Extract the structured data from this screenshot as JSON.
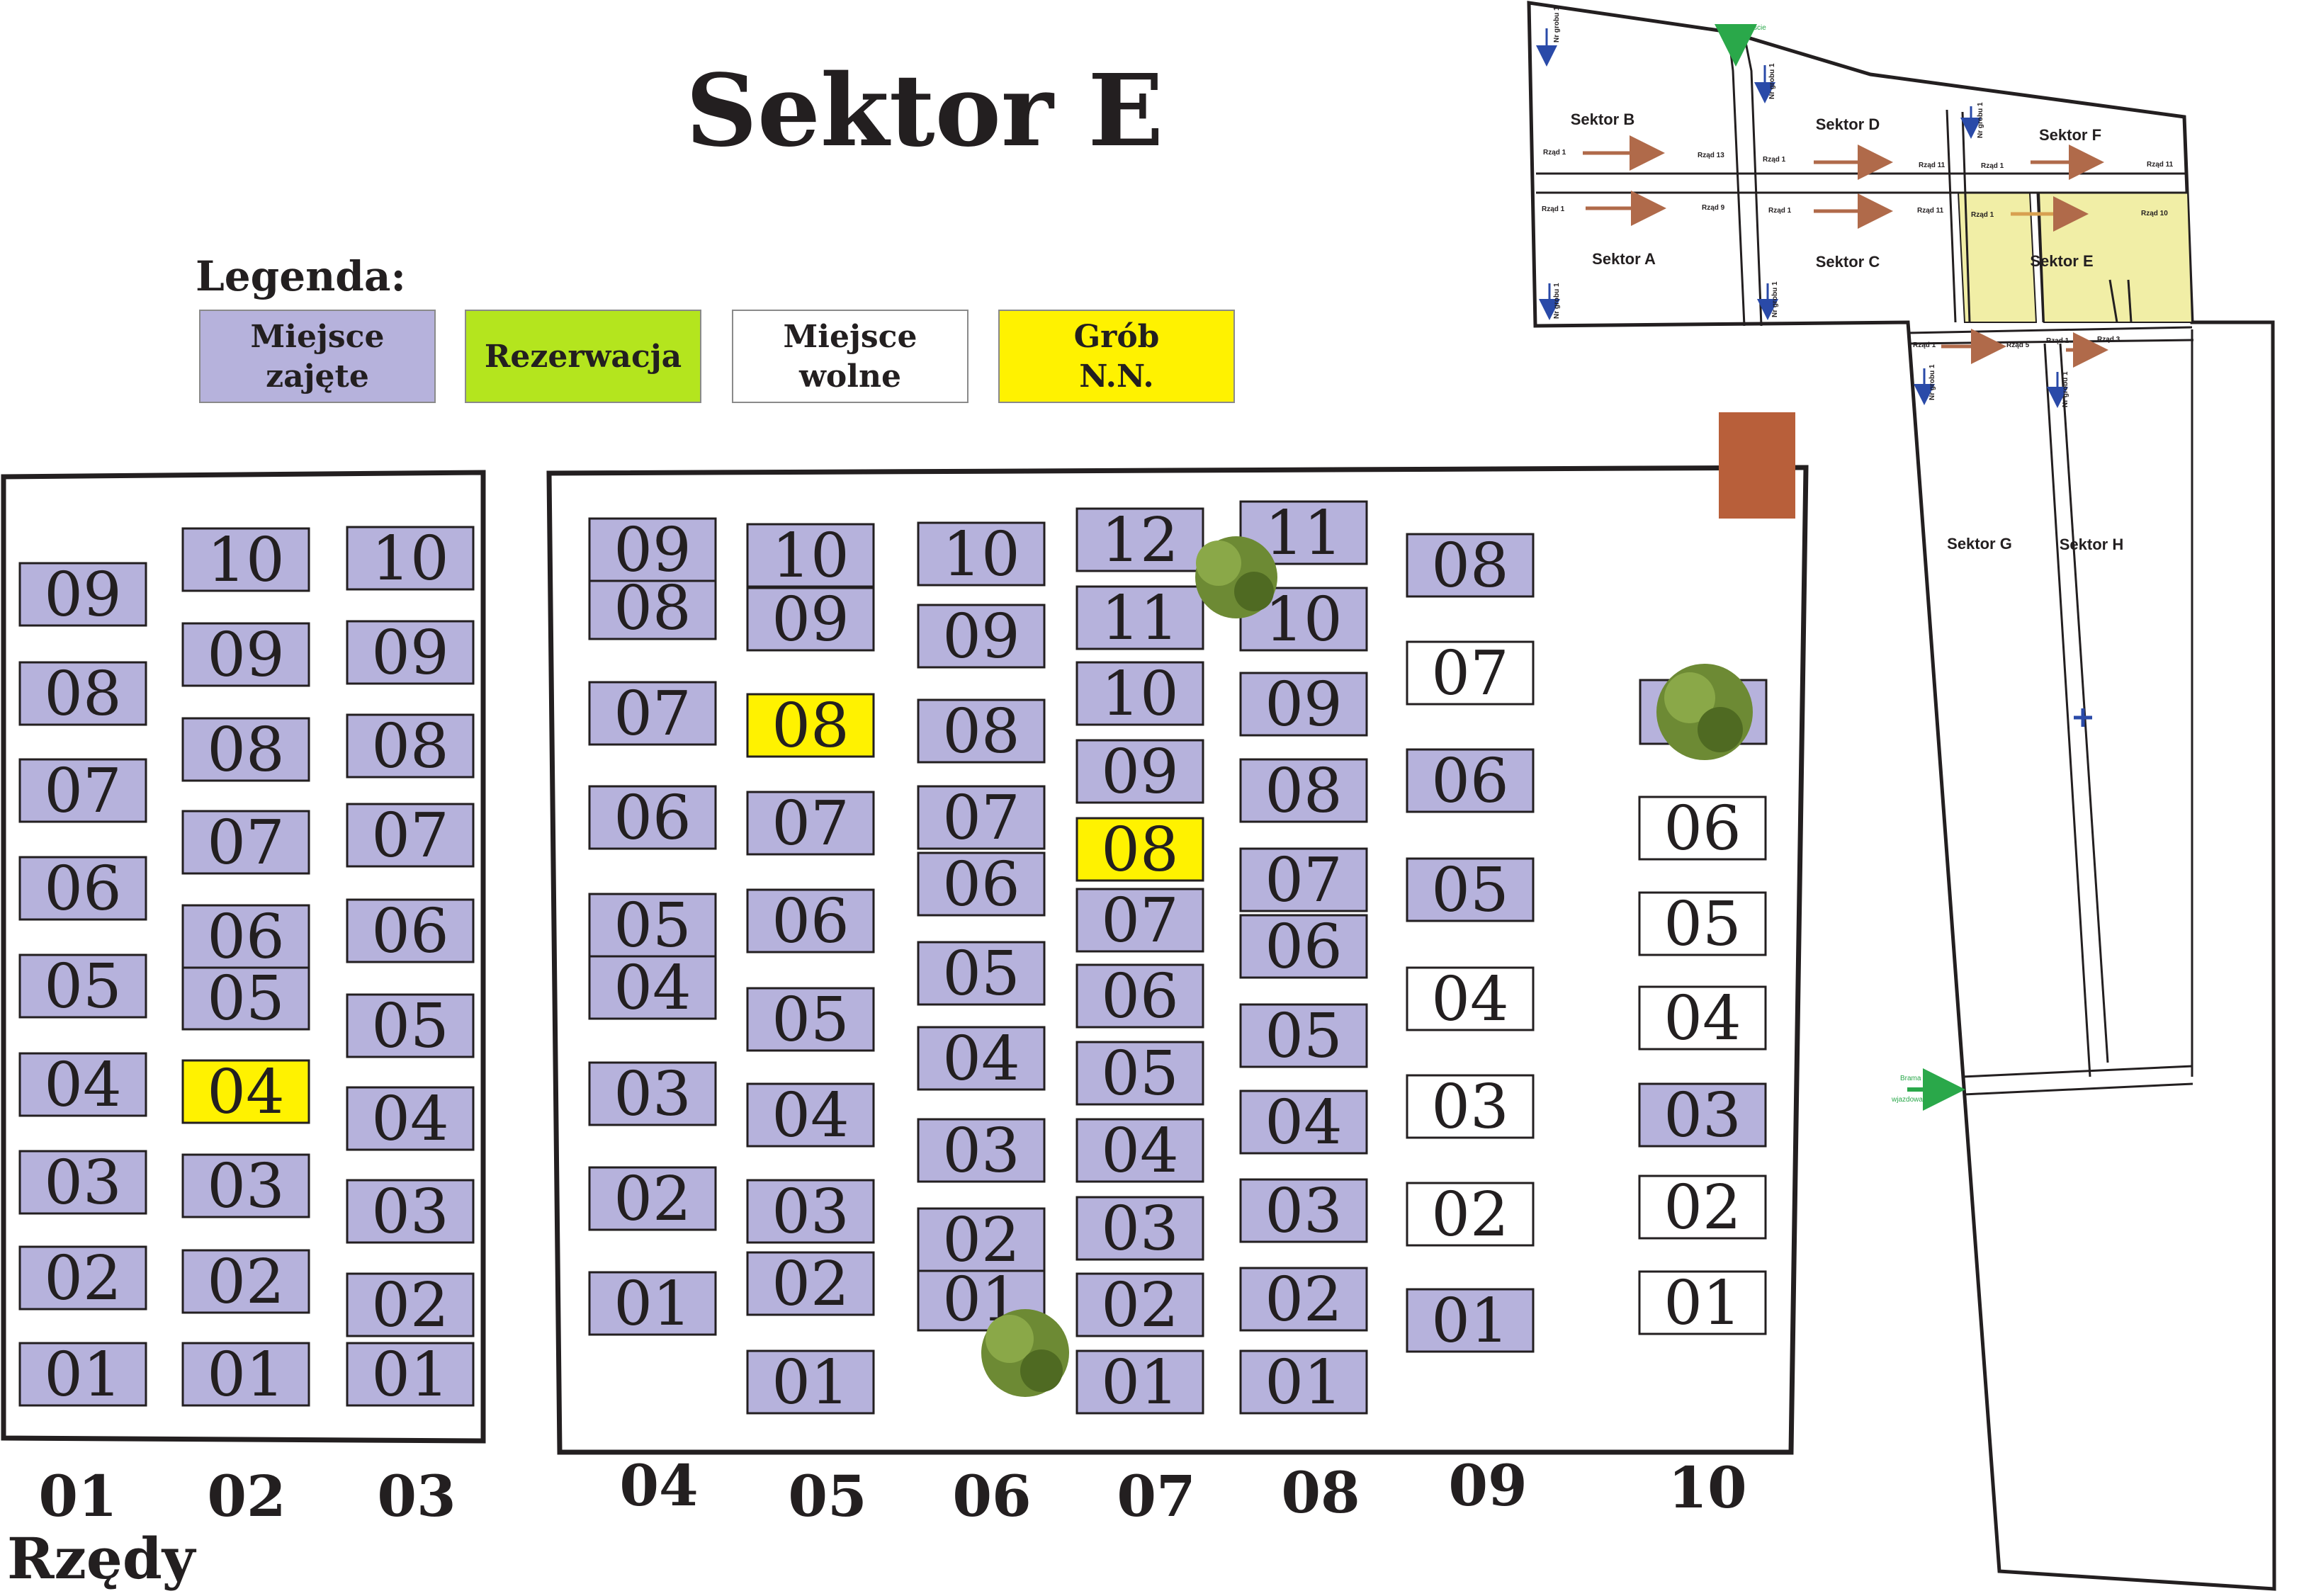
{
  "title": "Sektor E",
  "legend": {
    "heading": "Legenda:",
    "items": [
      {
        "key": "occupied",
        "lines": [
          "Miejsce",
          "zajęte"
        ],
        "color": "#b6b2dc"
      },
      {
        "key": "reserved",
        "lines": [
          "Rezerwacja"
        ],
        "color": "#b4e51e"
      },
      {
        "key": "free",
        "lines": [
          "Miejsce",
          "wolne"
        ],
        "color": "#ffffff"
      },
      {
        "key": "unknown",
        "lines": [
          "Grób",
          "N.N."
        ],
        "color": "#fff200"
      }
    ]
  },
  "colors": {
    "occupied": "#b6b2dc",
    "reserved": "#b4e51e",
    "free": "#ffffff",
    "unknown": "#fff200",
    "outline": "#231f20",
    "building": "#b85f3a",
    "tree": "#5b7a2a",
    "highlight": "#f1eea6"
  },
  "rows_label": "Rzędy",
  "rows": [
    {
      "label": "01",
      "plots": [
        {
          "n": "01",
          "s": "occupied"
        },
        {
          "n": "02",
          "s": "occupied"
        },
        {
          "n": "03",
          "s": "occupied"
        },
        {
          "n": "04",
          "s": "occupied"
        },
        {
          "n": "05",
          "s": "occupied"
        },
        {
          "n": "06",
          "s": "occupied"
        },
        {
          "n": "07",
          "s": "occupied"
        },
        {
          "n": "08",
          "s": "occupied"
        },
        {
          "n": "09",
          "s": "occupied"
        }
      ]
    },
    {
      "label": "02",
      "plots": [
        {
          "n": "01",
          "s": "occupied"
        },
        {
          "n": "02",
          "s": "occupied"
        },
        {
          "n": "03",
          "s": "occupied"
        },
        {
          "n": "04",
          "s": "unknown"
        },
        {
          "n": "05",
          "s": "occupied"
        },
        {
          "n": "06",
          "s": "occupied"
        },
        {
          "n": "07",
          "s": "occupied"
        },
        {
          "n": "08",
          "s": "occupied"
        },
        {
          "n": "09",
          "s": "occupied"
        },
        {
          "n": "10",
          "s": "occupied"
        }
      ]
    },
    {
      "label": "03",
      "plots": [
        {
          "n": "01",
          "s": "occupied"
        },
        {
          "n": "02",
          "s": "occupied"
        },
        {
          "n": "03",
          "s": "occupied"
        },
        {
          "n": "04",
          "s": "occupied"
        },
        {
          "n": "05",
          "s": "occupied"
        },
        {
          "n": "06",
          "s": "occupied"
        },
        {
          "n": "07",
          "s": "occupied"
        },
        {
          "n": "08",
          "s": "occupied"
        },
        {
          "n": "09",
          "s": "occupied"
        },
        {
          "n": "10",
          "s": "occupied"
        }
      ]
    },
    {
      "label": "04",
      "plots": [
        {
          "n": "01",
          "s": "occupied"
        },
        {
          "n": "02",
          "s": "occupied"
        },
        {
          "n": "03",
          "s": "occupied"
        },
        {
          "n": "04",
          "s": "occupied"
        },
        {
          "n": "05",
          "s": "occupied"
        },
        {
          "n": "06",
          "s": "occupied"
        },
        {
          "n": "07",
          "s": "occupied"
        },
        {
          "n": "08",
          "s": "occupied"
        },
        {
          "n": "09",
          "s": "occupied"
        }
      ]
    },
    {
      "label": "05",
      "plots": [
        {
          "n": "01",
          "s": "occupied"
        },
        {
          "n": "02",
          "s": "occupied"
        },
        {
          "n": "03",
          "s": "occupied"
        },
        {
          "n": "04",
          "s": "occupied"
        },
        {
          "n": "05",
          "s": "occupied"
        },
        {
          "n": "06",
          "s": "occupied"
        },
        {
          "n": "07",
          "s": "occupied"
        },
        {
          "n": "08",
          "s": "unknown"
        },
        {
          "n": "09",
          "s": "occupied"
        },
        {
          "n": "10",
          "s": "occupied"
        }
      ]
    },
    {
      "label": "06",
      "plots": [
        {
          "n": "01",
          "s": "occupied"
        },
        {
          "n": "02",
          "s": "occupied"
        },
        {
          "n": "03",
          "s": "occupied"
        },
        {
          "n": "04",
          "s": "occupied"
        },
        {
          "n": "05",
          "s": "occupied"
        },
        {
          "n": "06",
          "s": "occupied"
        },
        {
          "n": "07",
          "s": "occupied"
        },
        {
          "n": "08",
          "s": "occupied"
        },
        {
          "n": "09",
          "s": "occupied"
        },
        {
          "n": "10",
          "s": "occupied"
        }
      ]
    },
    {
      "label": "07",
      "plots": [
        {
          "n": "01",
          "s": "occupied"
        },
        {
          "n": "02",
          "s": "occupied"
        },
        {
          "n": "03",
          "s": "occupied"
        },
        {
          "n": "04",
          "s": "occupied"
        },
        {
          "n": "05",
          "s": "occupied"
        },
        {
          "n": "06",
          "s": "occupied"
        },
        {
          "n": "07",
          "s": "occupied"
        },
        {
          "n": "08",
          "s": "unknown"
        },
        {
          "n": "09",
          "s": "occupied"
        },
        {
          "n": "10",
          "s": "occupied"
        },
        {
          "n": "11",
          "s": "occupied"
        },
        {
          "n": "12",
          "s": "occupied"
        }
      ]
    },
    {
      "label": "08",
      "plots": [
        {
          "n": "01",
          "s": "occupied"
        },
        {
          "n": "02",
          "s": "occupied"
        },
        {
          "n": "03",
          "s": "occupied"
        },
        {
          "n": "04",
          "s": "occupied"
        },
        {
          "n": "05",
          "s": "occupied"
        },
        {
          "n": "06",
          "s": "occupied"
        },
        {
          "n": "07",
          "s": "occupied"
        },
        {
          "n": "08",
          "s": "occupied"
        },
        {
          "n": "09",
          "s": "occupied"
        },
        {
          "n": "10",
          "s": "occupied"
        },
        {
          "n": "11",
          "s": "occupied"
        }
      ]
    },
    {
      "label": "09",
      "plots": [
        {
          "n": "01",
          "s": "occupied"
        },
        {
          "n": "02",
          "s": "free"
        },
        {
          "n": "03",
          "s": "free"
        },
        {
          "n": "04",
          "s": "free"
        },
        {
          "n": "05",
          "s": "occupied"
        },
        {
          "n": "06",
          "s": "occupied"
        },
        {
          "n": "07",
          "s": "free"
        },
        {
          "n": "08",
          "s": "occupied"
        }
      ]
    },
    {
      "label": "10",
      "plots": [
        {
          "n": "01",
          "s": "free"
        },
        {
          "n": "02",
          "s": "free"
        },
        {
          "n": "03",
          "s": "occupied"
        },
        {
          "n": "04",
          "s": "free"
        },
        {
          "n": "05",
          "s": "free"
        },
        {
          "n": "06",
          "s": "free"
        }
      ]
    }
  ],
  "overview": {
    "sectors": [
      "Sektor A",
      "Sektor B",
      "Sektor C",
      "Sektor D",
      "Sektor E",
      "Sektor F",
      "Sektor G",
      "Sektor H"
    ],
    "entrance": "Wejście",
    "gate": [
      "Brama",
      "wjazdowa"
    ],
    "grave_label": "Nr grobu 1",
    "row_labels": {
      "B": [
        "Rząd 1",
        "Rząd 13"
      ],
      "D": [
        "Rząd 1",
        "Rząd 11"
      ],
      "F": [
        "Rząd 1",
        "Rząd 11"
      ],
      "A": [
        "Rząd 1",
        "Rząd 9"
      ],
      "C": [
        "Rząd 1",
        "Rząd 11"
      ],
      "E": [
        "Rząd 1",
        "Rząd 10"
      ],
      "G": [
        "Rząd 1",
        "Rząd 5"
      ],
      "H": [
        "Rząd 1",
        "Rząd 3"
      ]
    }
  }
}
